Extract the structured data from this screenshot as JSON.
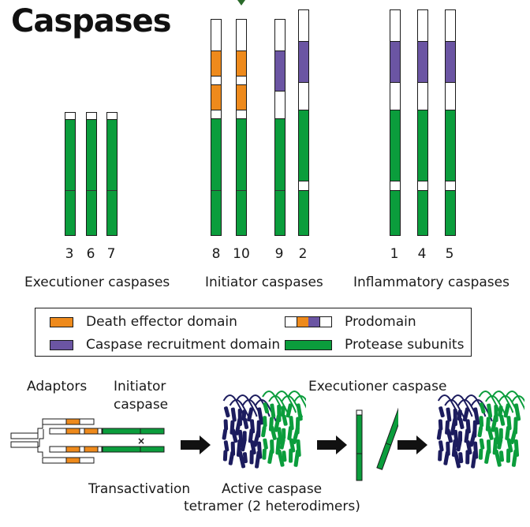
{
  "title": "Caspases",
  "colors": {
    "death_effector_domain": "#ee8a1c",
    "caspase_recruitment_domain": "#6b55a3",
    "protease_subunits": "#0b9d3c",
    "prodomain_spacer": "#ffffff",
    "tetramer_subunit_a": "#1c1c5e",
    "tetramer_subunit_b": "#0b9d3c"
  },
  "groups": [
    {
      "label": "Executioner caspases",
      "caspases": [
        {
          "number": "3",
          "domains": [
            "white",
            "green",
            "green"
          ]
        },
        {
          "number": "6",
          "domains": [
            "white",
            "green",
            "green"
          ]
        },
        {
          "number": "7",
          "domains": [
            "white",
            "green",
            "green"
          ]
        }
      ]
    },
    {
      "label": "Initiator caspases",
      "caspases": [
        {
          "number": "8",
          "domains": [
            "white",
            "orange",
            "white",
            "orange",
            "white",
            "green",
            "green"
          ]
        },
        {
          "number": "10",
          "domains": [
            "white",
            "orange",
            "white",
            "orange",
            "white",
            "green",
            "green"
          ]
        },
        {
          "number": "9",
          "domains": [
            "white",
            "purple",
            "white",
            "green",
            "green"
          ]
        },
        {
          "number": "2",
          "domains": [
            "white",
            "purple",
            "white",
            "green",
            "white",
            "green"
          ]
        }
      ]
    },
    {
      "label": "Inflammatory caspases",
      "caspases": [
        {
          "number": "1",
          "domains": [
            "white",
            "purple",
            "white",
            "green",
            "white",
            "green"
          ]
        },
        {
          "number": "4",
          "domains": [
            "white",
            "purple",
            "white",
            "green",
            "white",
            "green"
          ]
        },
        {
          "number": "5",
          "domains": [
            "white",
            "purple",
            "white",
            "green",
            "white",
            "green"
          ]
        }
      ]
    }
  ],
  "legend": {
    "items": [
      {
        "label": "Death effector domain",
        "swatch": "orange"
      },
      {
        "label": "Prodomain",
        "swatch": "prodomain"
      },
      {
        "label": "Caspase recruitment domain",
        "swatch": "purple"
      },
      {
        "label": "Protease subunits",
        "swatch": "green"
      }
    ]
  },
  "pathway": {
    "adaptors_label": "Adaptors",
    "initiator_label_line1": "Initiator",
    "initiator_label_line2": "caspase",
    "transactivation_label": "Transactivation",
    "active_label_line1": "Active caspase",
    "active_label_line2": "tetramer (2 heterodimers)",
    "executioner_label": "Executioner caspase",
    "cleavage_mark": "×"
  }
}
